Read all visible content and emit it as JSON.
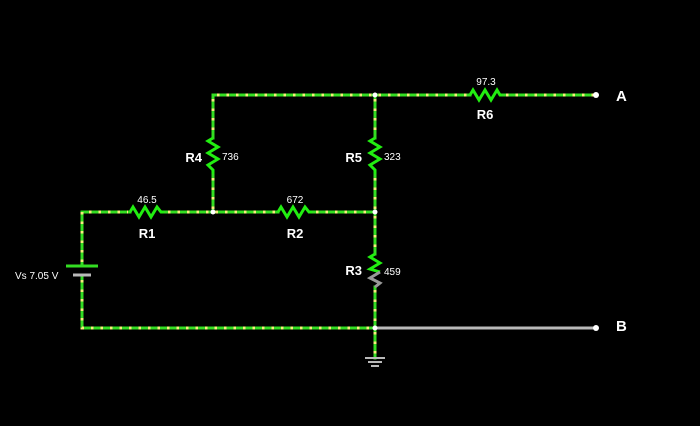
{
  "colors": {
    "wire": "#33dd22",
    "dot": "#f5f07a",
    "grey_wire": "#b9b9b9",
    "resistor": "#22ee11",
    "resistor_grey": "#999999",
    "text": "#ffffff"
  },
  "source": {
    "label": "Vs 7.05 V"
  },
  "resistors": {
    "r1": {
      "name": "R1",
      "value": "46.5"
    },
    "r2": {
      "name": "R2",
      "value": "672"
    },
    "r3": {
      "name": "R3",
      "value": "459"
    },
    "r4": {
      "name": "R4",
      "value": "736"
    },
    "r5": {
      "name": "R5",
      "value": "323"
    },
    "r6": {
      "name": "R6",
      "value": "97.3"
    }
  },
  "terminals": {
    "a": "A",
    "b": "B"
  },
  "icons": {
    "ground": "ground-icon",
    "battery": "battery-icon"
  }
}
